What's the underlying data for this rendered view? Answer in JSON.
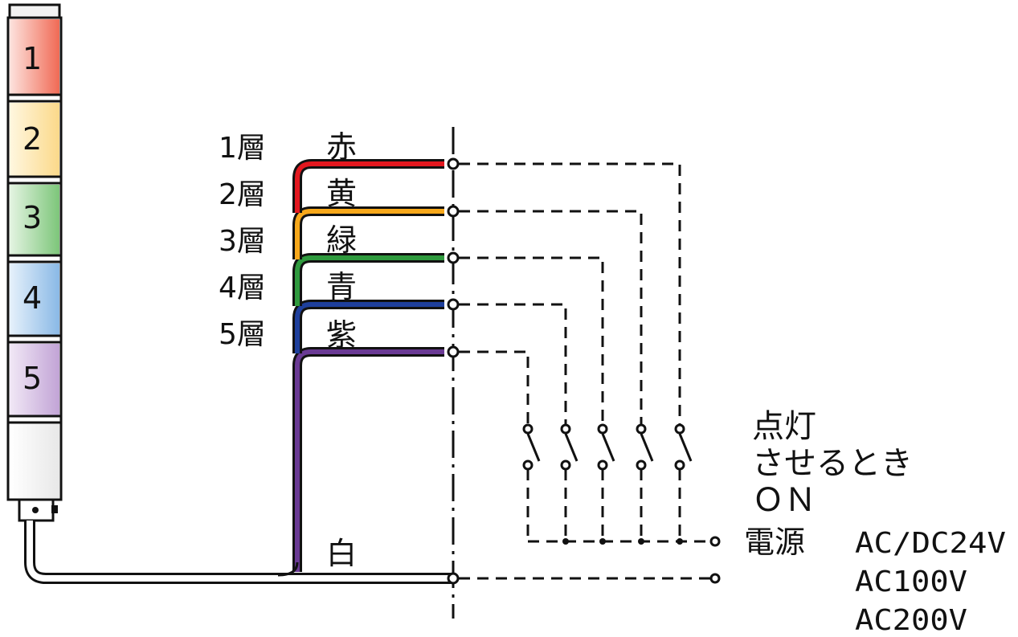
{
  "tower": {
    "segments": [
      {
        "number": "1",
        "color": "#f06a55"
      },
      {
        "number": "2",
        "color": "#fbd98a"
      },
      {
        "number": "3",
        "color": "#7dc67a"
      },
      {
        "number": "4",
        "color": "#8ab9e6"
      },
      {
        "number": "5",
        "color": "#c2a4d6"
      }
    ]
  },
  "layers": [
    {
      "layer_label": "1層",
      "wire_color_name": "赤",
      "wire_color": "#e3181f"
    },
    {
      "layer_label": "2層",
      "wire_color_name": "黄",
      "wire_color": "#f7a81b"
    },
    {
      "layer_label": "3層",
      "wire_color_name": "緑",
      "wire_color": "#2f9a3e"
    },
    {
      "layer_label": "4層",
      "wire_color_name": "青",
      "wire_color": "#1e3f9c"
    },
    {
      "layer_label": "5層",
      "wire_color_name": "紫",
      "wire_color": "#6a3a94"
    }
  ],
  "common_wire": {
    "color_name": "白"
  },
  "switch_note": {
    "line1": "点灯",
    "line2": "させるとき",
    "line3": "ＯＮ"
  },
  "power": {
    "label": "電源",
    "voltages": [
      "AC/DC24V",
      "AC100V",
      "AC200V"
    ]
  }
}
